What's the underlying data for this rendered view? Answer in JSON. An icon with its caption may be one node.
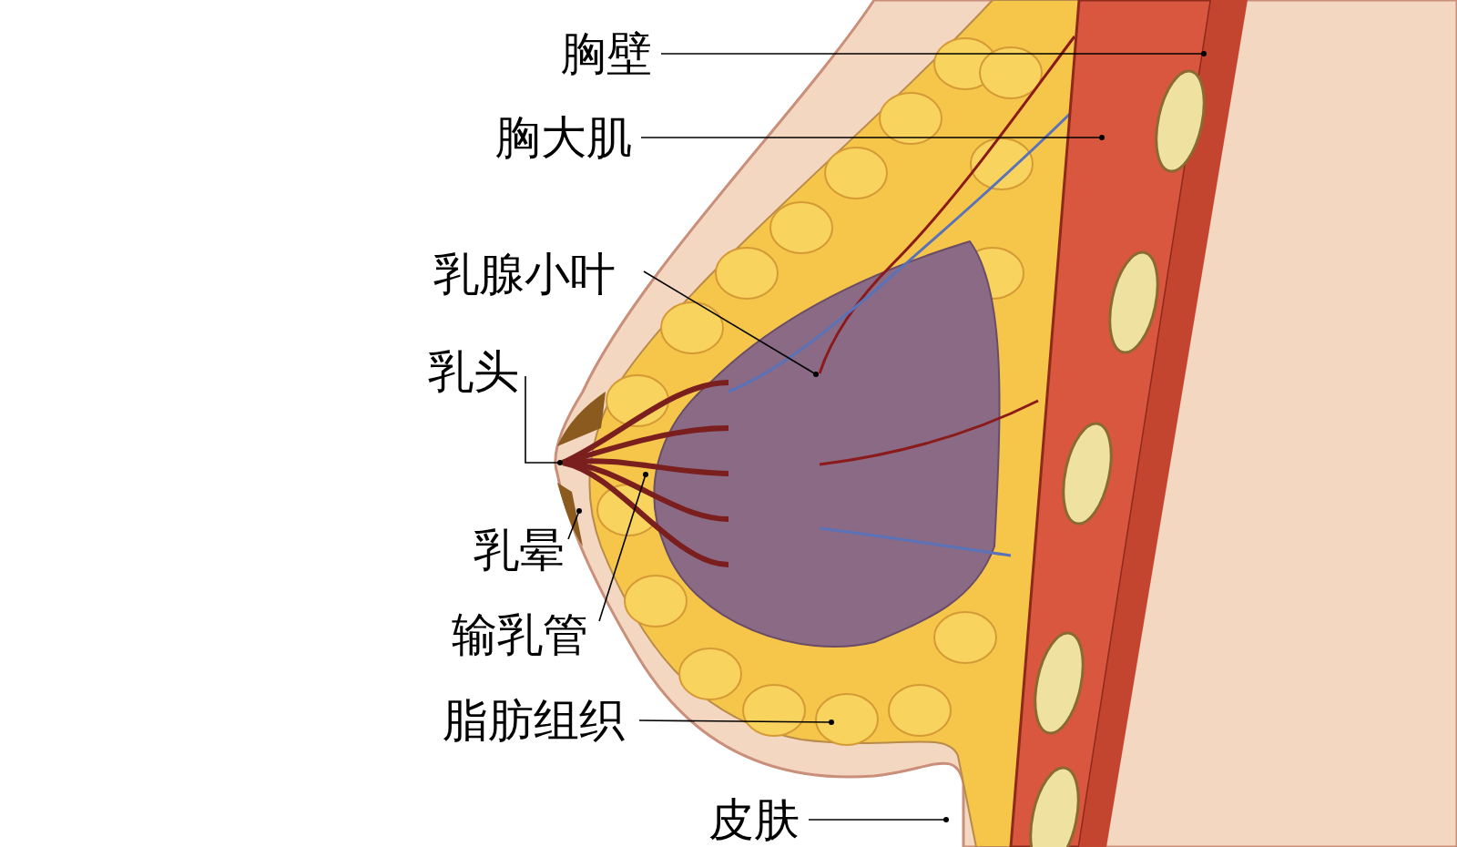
{
  "diagram": {
    "nodes": [
      {
        "text": [
          "胸壁"
        ]
      },
      {
        "text": [
          "胸大肌"
        ]
      },
      {
        "text": [
          "乳腺小叶"
        ]
      },
      {
        "text": [
          "乳头"
        ]
      },
      {
        "text": [
          "乳晕"
        ]
      },
      {
        "text": [
          "输乳管"
        ]
      },
      {
        "text": [
          "脂肪组织"
        ]
      },
      {
        "text": [
          "皮肤"
        ]
      }
    ],
    "edges": [
      {
        "from": 0,
        "to": null,
        "arrow": "other"
      },
      {
        "from": 1,
        "to": null,
        "arrow": "other"
      },
      {
        "from": 2,
        "to": null,
        "arrow": "other"
      },
      {
        "from": 3,
        "to": null,
        "arrow": "other"
      },
      {
        "from": 4,
        "to": null,
        "arrow": "other"
      },
      {
        "from": 5,
        "to": null,
        "arrow": "other"
      },
      {
        "from": 6,
        "to": null,
        "arrow": "other"
      },
      {
        "from": 7,
        "to": null,
        "arrow": "other"
      }
    ]
  }
}
